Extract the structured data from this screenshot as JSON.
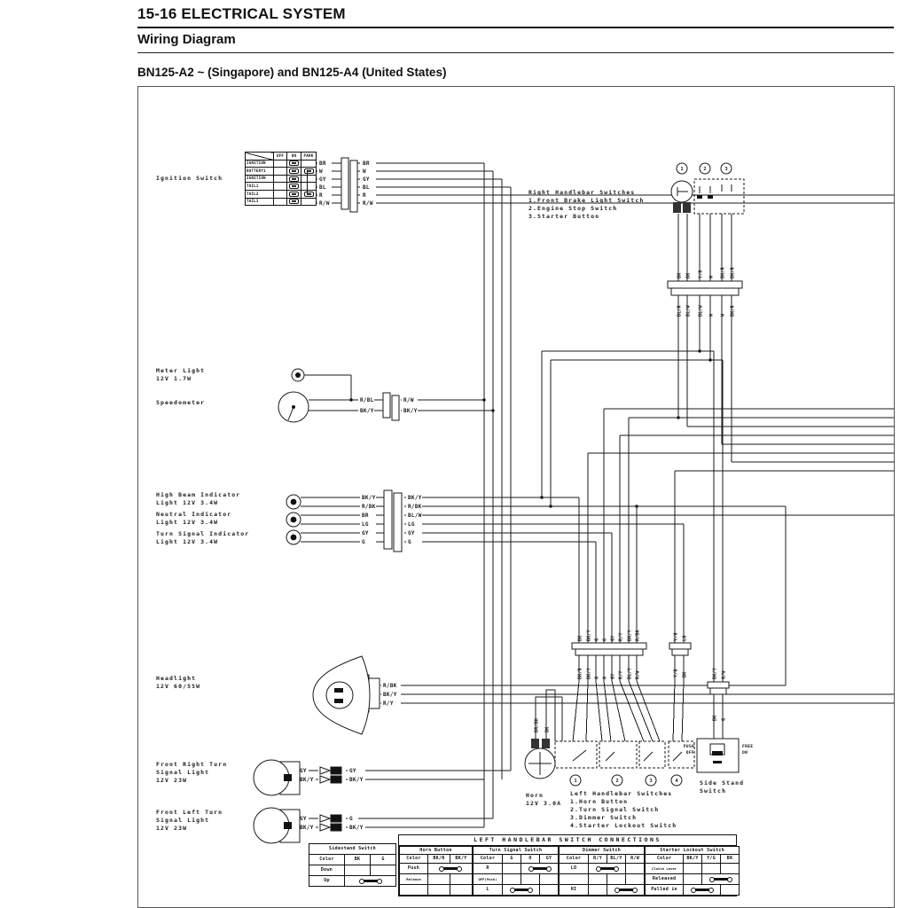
{
  "page": {
    "title": "15-16 ELECTRICAL SYSTEM",
    "section": "Wiring Diagram",
    "diagram_title": "BN125-A2 ~ (Singapore) and BN125-A4 (United States)"
  },
  "labels": {
    "ignition_switch": "Ignition Switch",
    "meter_light": [
      "Meter Light",
      "12V 1.7W"
    ],
    "speedometer": "Speedometer",
    "high_beam": [
      "High Beam Indicator",
      "Light 12V 3.4W"
    ],
    "neutral": [
      "Neutral Indicator",
      "Light 12V 3.4W"
    ],
    "turn_indicator": [
      "Turn Signal Indicator",
      "Light 12V 3.4W"
    ],
    "headlight": [
      "Headlight",
      "12V 60/55W"
    ],
    "front_right_turn": [
      "Front Right Turn",
      "Signal Light",
      "12V 23W"
    ],
    "front_left_turn": [
      "Front Left Turn",
      "Signal Light",
      "12V 23W"
    ],
    "horn": [
      "Horn",
      "12V 3.0A"
    ],
    "right_handlebar": [
      "Right Handlebar Switches",
      "1.Front Brake Light Switch",
      "2.Engine Stop Switch",
      "3.Starter Button"
    ],
    "left_handlebar": [
      "Left Handlebar Switches",
      "1.Horn Button",
      "2.Turn Signal Switch",
      "3.Dimmer Switch",
      "4.Starter Lockout Switch"
    ],
    "side_stand": [
      "Side Stand",
      "Switch"
    ],
    "push_off": [
      "PUSH",
      "OFF"
    ],
    "free_on": [
      "FREE",
      "ON"
    ],
    "callouts_right": [
      "1",
      "2",
      "3"
    ],
    "callouts_left": [
      "1",
      "2",
      "3",
      "4"
    ]
  },
  "wires": {
    "ignition_left": [
      "BR",
      "W",
      "GY",
      "BL",
      "R",
      "R/W"
    ],
    "ignition_right": [
      "BR",
      "W",
      "GY",
      "BL",
      "R",
      "R/W"
    ],
    "meter_left": [
      "R/BL",
      "BK/Y"
    ],
    "meter_right": [
      "R/W",
      "BK/Y"
    ],
    "indicators_left": [
      "BK/Y",
      "R/BK",
      "BR",
      "LG",
      "GY",
      "G"
    ],
    "indicators_right": [
      "BK/Y",
      "R/BK",
      "BL/W",
      "LG",
      "GY",
      "G"
    ],
    "headlight": [
      "R/BK",
      "BK/Y",
      "R/Y"
    ],
    "front_right_turn_left": [
      "GY",
      "BK/Y"
    ],
    "front_right_turn_right": [
      "GY",
      "BK/Y"
    ],
    "front_left_turn_left": [
      "GY",
      "BK/Y"
    ],
    "front_left_turn_right": [
      "G",
      "BK/Y"
    ],
    "horn": [
      "BR/BK",
      "BK"
    ],
    "right_switch_top": [
      "BK",
      "BK",
      "Y/R",
      "W",
      "BK/R",
      "BK/R"
    ],
    "right_switch_bottom": [
      "BL/R",
      "BL/W",
      "BL/W",
      "W",
      "W",
      "BK/R"
    ],
    "left_switch_top": [
      "BK",
      "BK/Y",
      "G",
      "O",
      "GY",
      "R/Y",
      "BK/Y",
      "R/BK"
    ],
    "left_switch_bottom": [
      "BK/R",
      "BK/Y",
      "G",
      "O",
      "GY",
      "R/Y",
      "BL/Y",
      "R/W"
    ],
    "clutch_top": [
      "Y/G",
      "LG"
    ],
    "clutch_bottom": [
      "Y/G",
      "BK"
    ],
    "side_stand_top": [
      "BK/Y",
      "G/W"
    ],
    "side_stand_bottom": [
      "BK",
      "G"
    ]
  },
  "ignition_table": {
    "cols": [
      "OFF",
      "ON",
      "PARK"
    ],
    "rows": [
      "IGNITION",
      "BATTERY1",
      "IGNITION",
      "TAIL1",
      "TAIL2",
      "TAIL3"
    ]
  },
  "sidestand_table": {
    "title": "Sidestand Switch",
    "header": [
      "Color",
      "BK",
      "G"
    ],
    "rows": [
      "Down",
      "Up"
    ]
  },
  "main_table": {
    "title": "LEFT HANDLEBAR SWITCH CONNECTIONS",
    "sections": [
      {
        "name": "Horn Button",
        "cols": [
          "Color",
          "BK/R",
          "BK/Y"
        ],
        "rows": [
          "Push",
          "Release",
          ""
        ]
      },
      {
        "name": "Turn Signal Switch",
        "cols": [
          "Color",
          "G",
          "O",
          "GY"
        ],
        "rows": [
          "R",
          "OFF(Push)",
          "L"
        ]
      },
      {
        "name": "Dimmer Switch",
        "cols": [
          "Color",
          "R/Y",
          "BL/Y",
          "R/W"
        ],
        "rows": [
          "LO",
          "",
          "HI"
        ]
      },
      {
        "name": "Starter Lockout Switch",
        "cols": [
          "Color",
          "BK/Y",
          "Y/G",
          "BK"
        ],
        "rows": [
          "Clutch Lever",
          "Released",
          "Pulled in"
        ]
      }
    ]
  }
}
